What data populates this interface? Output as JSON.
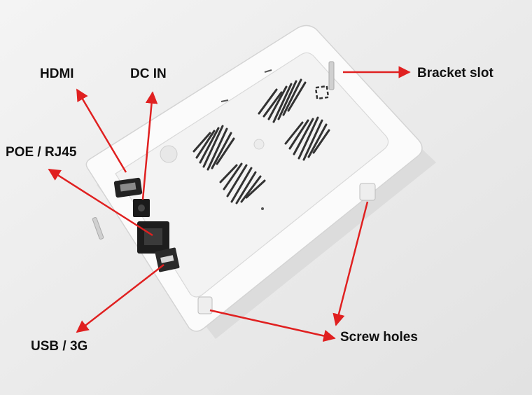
{
  "labels": {
    "hdmi": "HDMI",
    "dc_in": "DC IN",
    "bracket_slot": "Bracket slot",
    "poe_rj45": "POE / RJ45",
    "usb_3g": "USB / 3G",
    "screw_holes": "Screw holes"
  },
  "colors": {
    "background": "#ececec",
    "panel": "#f8f8f8",
    "arrow": "#e02020",
    "text": "#111111"
  }
}
